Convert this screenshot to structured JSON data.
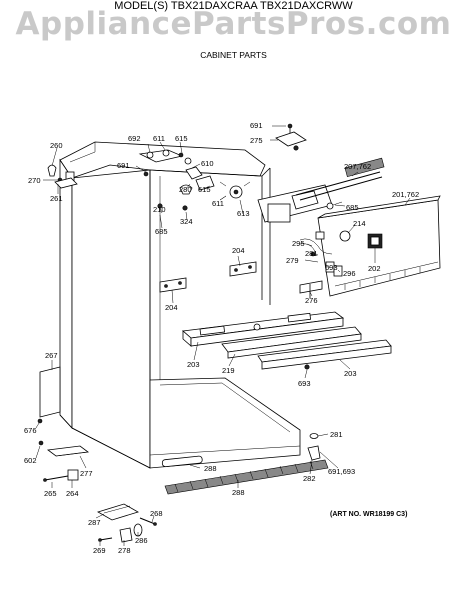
{
  "header": {
    "watermark": "AppliancePartsPros.com",
    "model_line": "MODEL(S) TBX21DAXCRAA  TBX21DAXCRWW",
    "section_title": "CABINET PARTS"
  },
  "footer": {
    "art_no": "(ART NO. WR18199 C3)"
  },
  "part_labels": {
    "p692": "692",
    "p611a": "611",
    "p615a": "615",
    "p691a": "691",
    "p610": "610",
    "p691b": "691",
    "p275": "275",
    "p260": "260",
    "p270": "270",
    "p261": "261",
    "p280": "280",
    "p615b": "615",
    "p611b": "611",
    "p210": "210",
    "p685a": "685",
    "p324": "324",
    "p613": "613",
    "p207": "207,762",
    "p201": "201,762",
    "p685b": "685",
    "p214": "214",
    "p295": "295",
    "p281a": "281",
    "p279": "279",
    "p693a": "693",
    "p296": "296",
    "p202": "202",
    "p276": "276",
    "p204a": "204",
    "p204b": "204",
    "p267": "267",
    "p203a": "203",
    "p219": "219",
    "p203b": "203",
    "p693b": "693",
    "p676": "676",
    "p602": "602",
    "p277": "277",
    "p281b": "281",
    "p282": "282",
    "p691c": "691,693",
    "p288a": "288",
    "p288b": "288",
    "p265": "265",
    "p264": "264",
    "p287": "287",
    "p268": "268",
    "p286": "286",
    "p269": "269",
    "p278": "278"
  }
}
